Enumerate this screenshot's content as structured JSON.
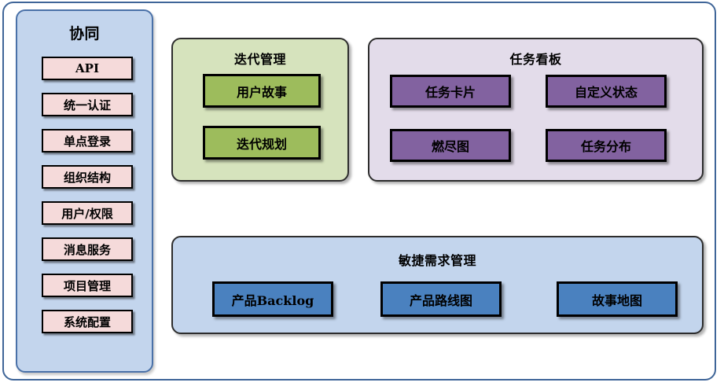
{
  "diagram": {
    "background_color": "#ffffff",
    "frame_border_color": "#3f6598"
  },
  "sidebar": {
    "title": "协同",
    "background_color": "#c3d5ed",
    "item_color": "#f5dada",
    "items": [
      {
        "label": "API"
      },
      {
        "label": "统一认证"
      },
      {
        "label": "单点登录"
      },
      {
        "label": "组织结构"
      },
      {
        "label": "用户/权限"
      },
      {
        "label": "消息服务"
      },
      {
        "label": "项目管理"
      },
      {
        "label": "系统配置"
      }
    ]
  },
  "iteration": {
    "title": "迭代管理",
    "background_color": "#d6e3bd",
    "item_color": "#9dbc5c",
    "items": [
      {
        "label": "用户故事"
      },
      {
        "label": "迭代规划"
      }
    ]
  },
  "taskboard": {
    "title": "任务看板",
    "background_color": "#e3dcea",
    "item_color": "#8262a0",
    "items": [
      {
        "label": "任务卡片"
      },
      {
        "label": "自定义状态"
      },
      {
        "label": "燃尽图"
      },
      {
        "label": "任务分布"
      }
    ]
  },
  "agile": {
    "title": "敏捷需求管理",
    "background_color": "#c3d5ed",
    "item_color": "#4a81bf",
    "items": [
      {
        "label": "产品Backlog"
      },
      {
        "label": "产品路线图"
      },
      {
        "label": "故事地图"
      }
    ]
  }
}
